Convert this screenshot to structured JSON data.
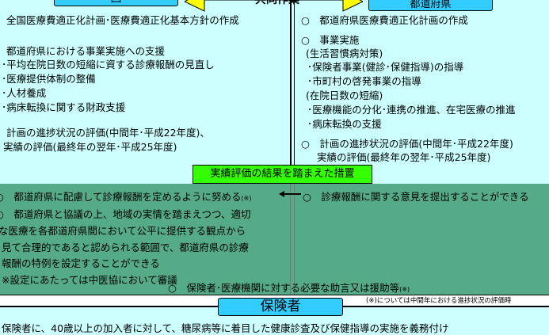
{
  "headers": {
    "national": "国",
    "joint": "共同作業",
    "prefecture": "都道府県",
    "measures": "実績評価の結果を踏まえた措置",
    "insurer": "保険者"
  },
  "left": [
    "全国医療費適正化計画･医療費適正化基本方針の作成",
    "都道府県における事業実施への支援",
    "･平均在院日数の短縮に資する診療報酬の見直し",
    "･医療提供体制の整備",
    "･人材養成",
    "･病床転換に関する財政支援",
    "計画の進捗状況の評価(中間年･平成22年度)、",
    "実績の評価(最終年の翌年･平成25年度)"
  ],
  "right": [
    "○　都道府県医療費適正化計画の作成",
    "○　事業実施",
    "(生活習慣病対策)",
    "･保険者事業(健診･保健指導)の指導",
    "･市町村の啓発事業の指導",
    "(在院日数の短縮)",
    "･医療機能の分化･連携の推進、在宅医療の推進",
    "･病床転換の支援",
    "○　計画の進捗状況の評価(中間年･平成22年度)",
    "実績の評価(最終年の翌年･平成25年度)"
  ],
  "measures_left": [
    "○　都道府県に配慮して診療報酬を定めるように努める",
    "○　都道府県と協議の上、地域の実情を踏まえつつ、適切",
    "な医療を各都道府県間において公平に提供する観点から",
    "見て合理的であると認められる範囲で、都道府県の診療",
    "報酬の特例を設定することができる",
    "※設定にあたっては中医協において審議"
  ],
  "note_mark": "(※)",
  "measures_right": "○　診療報酬に関する意見を提出することができる",
  "measures_bottom": "○　保険者･医療機関に対する必要な助言又は援助等",
  "footnote": "(※)については中間年における進捗状況の評価時",
  "insurer_text": "保険者に、40歳以上の加入者に対して、糖尿病等に着目した健康診査及び保健指導の実施を義務付け"
}
